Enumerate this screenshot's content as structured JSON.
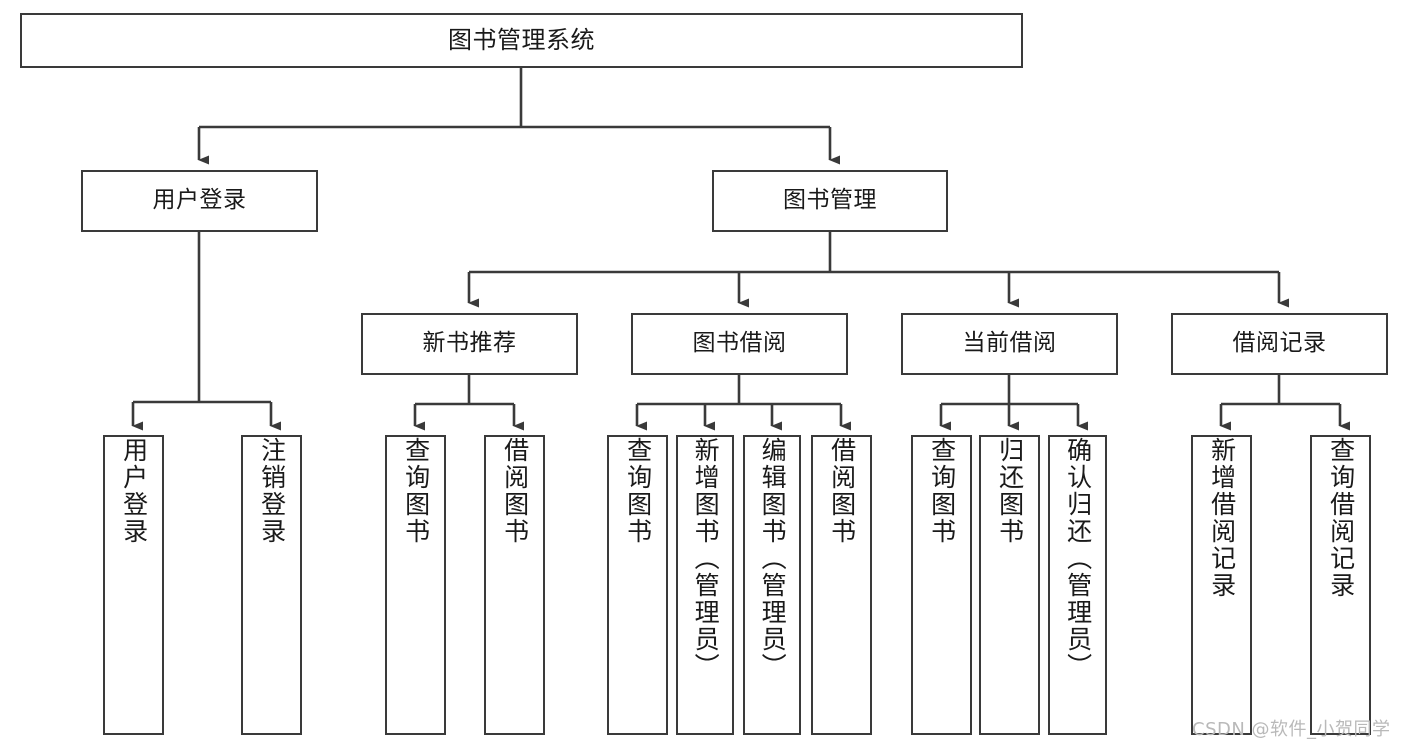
{
  "diagram": {
    "title": "图书管理系统",
    "watermark": "CSDN @软件_小贺同学",
    "line_color": "#3a3a3a",
    "box_fill": "#ffffff",
    "text_color": "#1a1a1a",
    "watermark_color": "#b9b9b9"
  },
  "levels": {
    "root": {
      "label": "图书管理系统"
    },
    "level2": [
      {
        "label": "用户登录"
      },
      {
        "label": "图书管理"
      }
    ],
    "level3": [
      {
        "label": "新书推荐"
      },
      {
        "label": "图书借阅"
      },
      {
        "label": "当前借阅"
      },
      {
        "label": "借阅记录"
      }
    ],
    "leaves": {
      "user_login": [
        {
          "label": "用户登录"
        },
        {
          "label": "注销登录"
        }
      ],
      "new_book_recommend": [
        {
          "label": "查询图书"
        },
        {
          "label": "借阅图书"
        }
      ],
      "book_borrow": [
        {
          "label": "查询图书"
        },
        {
          "label": "新增图书（管理员）"
        },
        {
          "label": "编辑图书（管理员）"
        },
        {
          "label": "借阅图书"
        }
      ],
      "current_borrow": [
        {
          "label": "查询图书"
        },
        {
          "label": "归还图书"
        },
        {
          "label": "确认归还（管理员）"
        }
      ],
      "borrow_record": [
        {
          "label": "新增借阅记录"
        },
        {
          "label": "查询借阅记录"
        }
      ]
    }
  }
}
